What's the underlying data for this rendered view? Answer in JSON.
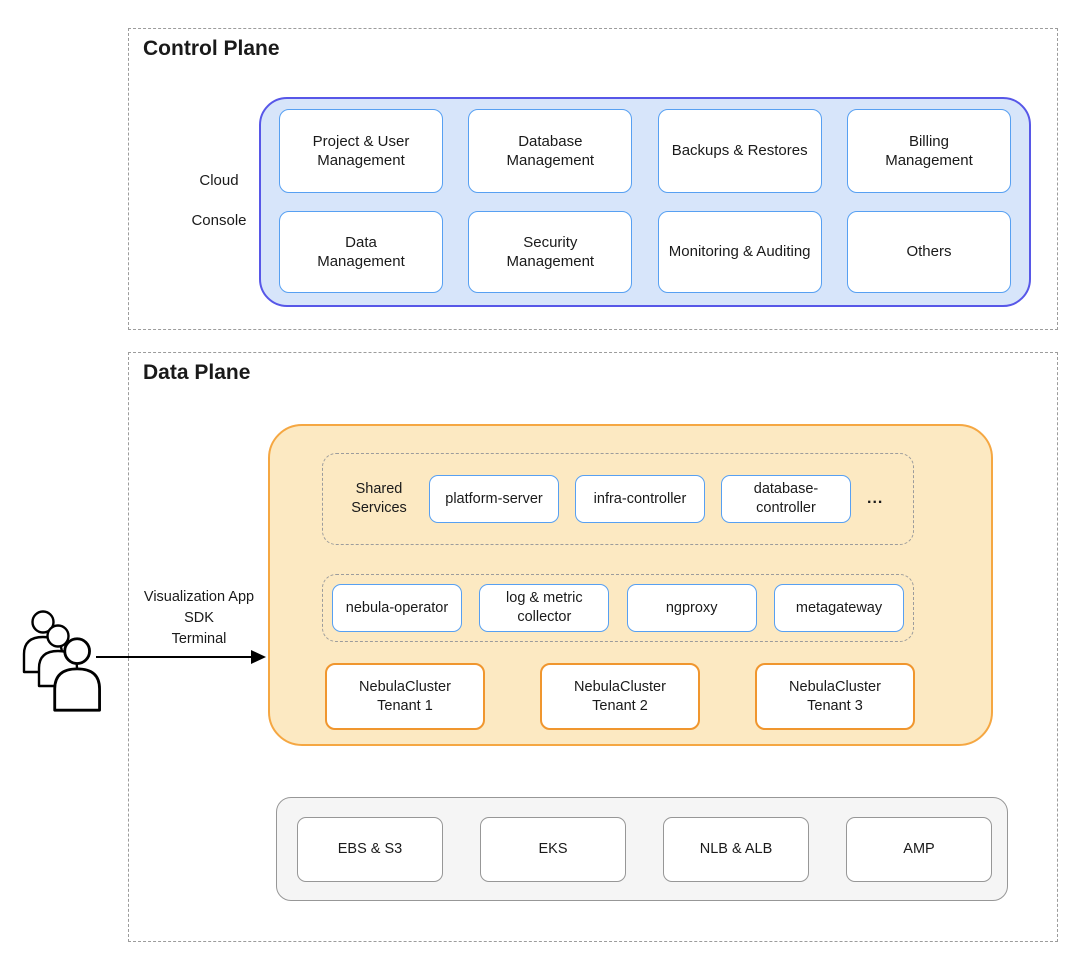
{
  "control_plane": {
    "title": "Control Plane",
    "console_label": "Cloud\nConsole",
    "modules": [
      "Project & User\nManagement",
      "Database\nManagement",
      "Backups & Restores",
      "Billing\nManagement",
      "Data\nManagement",
      "Security\nManagement",
      "Monitoring & Auditing",
      "Others"
    ]
  },
  "data_plane": {
    "title": "Data Plane",
    "access_channels": "Visualization App\nSDK\nTerminal",
    "shared_services": {
      "label": "Shared\nServices",
      "items": [
        "platform-server",
        "infra-controller",
        "database-\ncontroller"
      ],
      "more_indicator": "..."
    },
    "cluster_services": [
      "nebula-operator",
      "log & metric\ncollector",
      "ngproxy",
      "metagateway"
    ],
    "tenants": [
      "NebulaCluster\nTenant 1",
      "NebulaCluster\nTenant 2",
      "NebulaCluster\nTenant 3"
    ],
    "infrastructure": [
      "EBS & S3",
      "EKS",
      "NLB & ALB",
      "AMP"
    ]
  },
  "colors": {
    "console-panel-border": "#5757E8",
    "console-panel-fill": "#D7E5FA",
    "service-box-border": "#57A0F2",
    "data-panel-border": "#F5A742",
    "data-panel-fill": "#FCE9C2",
    "tenant-border": "#F0962E",
    "infra-panel-fill": "#F5F5F5",
    "infra-border": "#979797",
    "dashed-border": "#9C9C9C",
    "text": "#1A1A1A"
  }
}
